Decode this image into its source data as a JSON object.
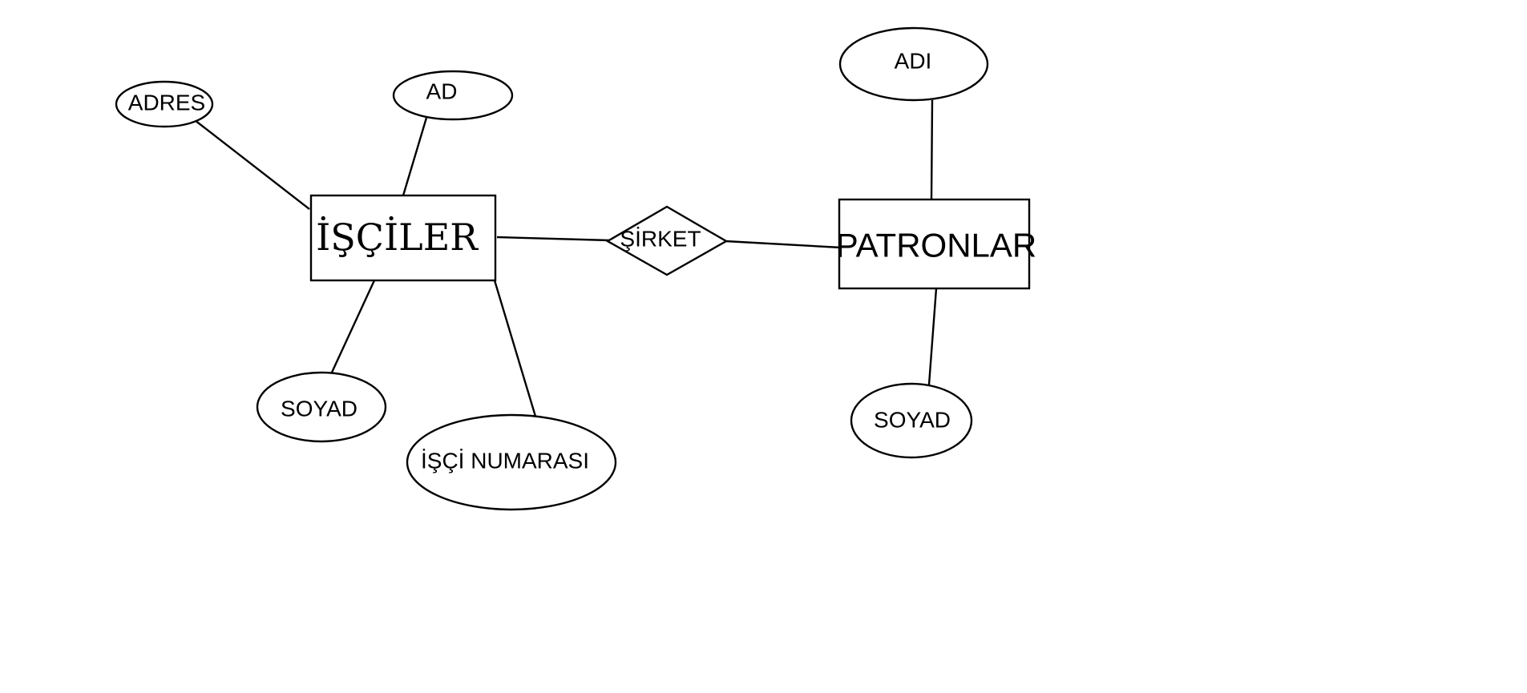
{
  "diagram": {
    "entities": {
      "workers": "İŞÇİLER",
      "bosses": "PATRONLAR"
    },
    "relationship": "ŞİRKET",
    "attributes": {
      "workers_address": "ADRES",
      "workers_name": "AD",
      "workers_surname": "SOYAD",
      "workers_number": "İŞÇİ NUMARASI",
      "bosses_name": "ADI",
      "bosses_surname": "SOYAD"
    }
  },
  "colors": {
    "stroke": "#000000",
    "fill": "#ffffff",
    "background": "#ffffff"
  }
}
